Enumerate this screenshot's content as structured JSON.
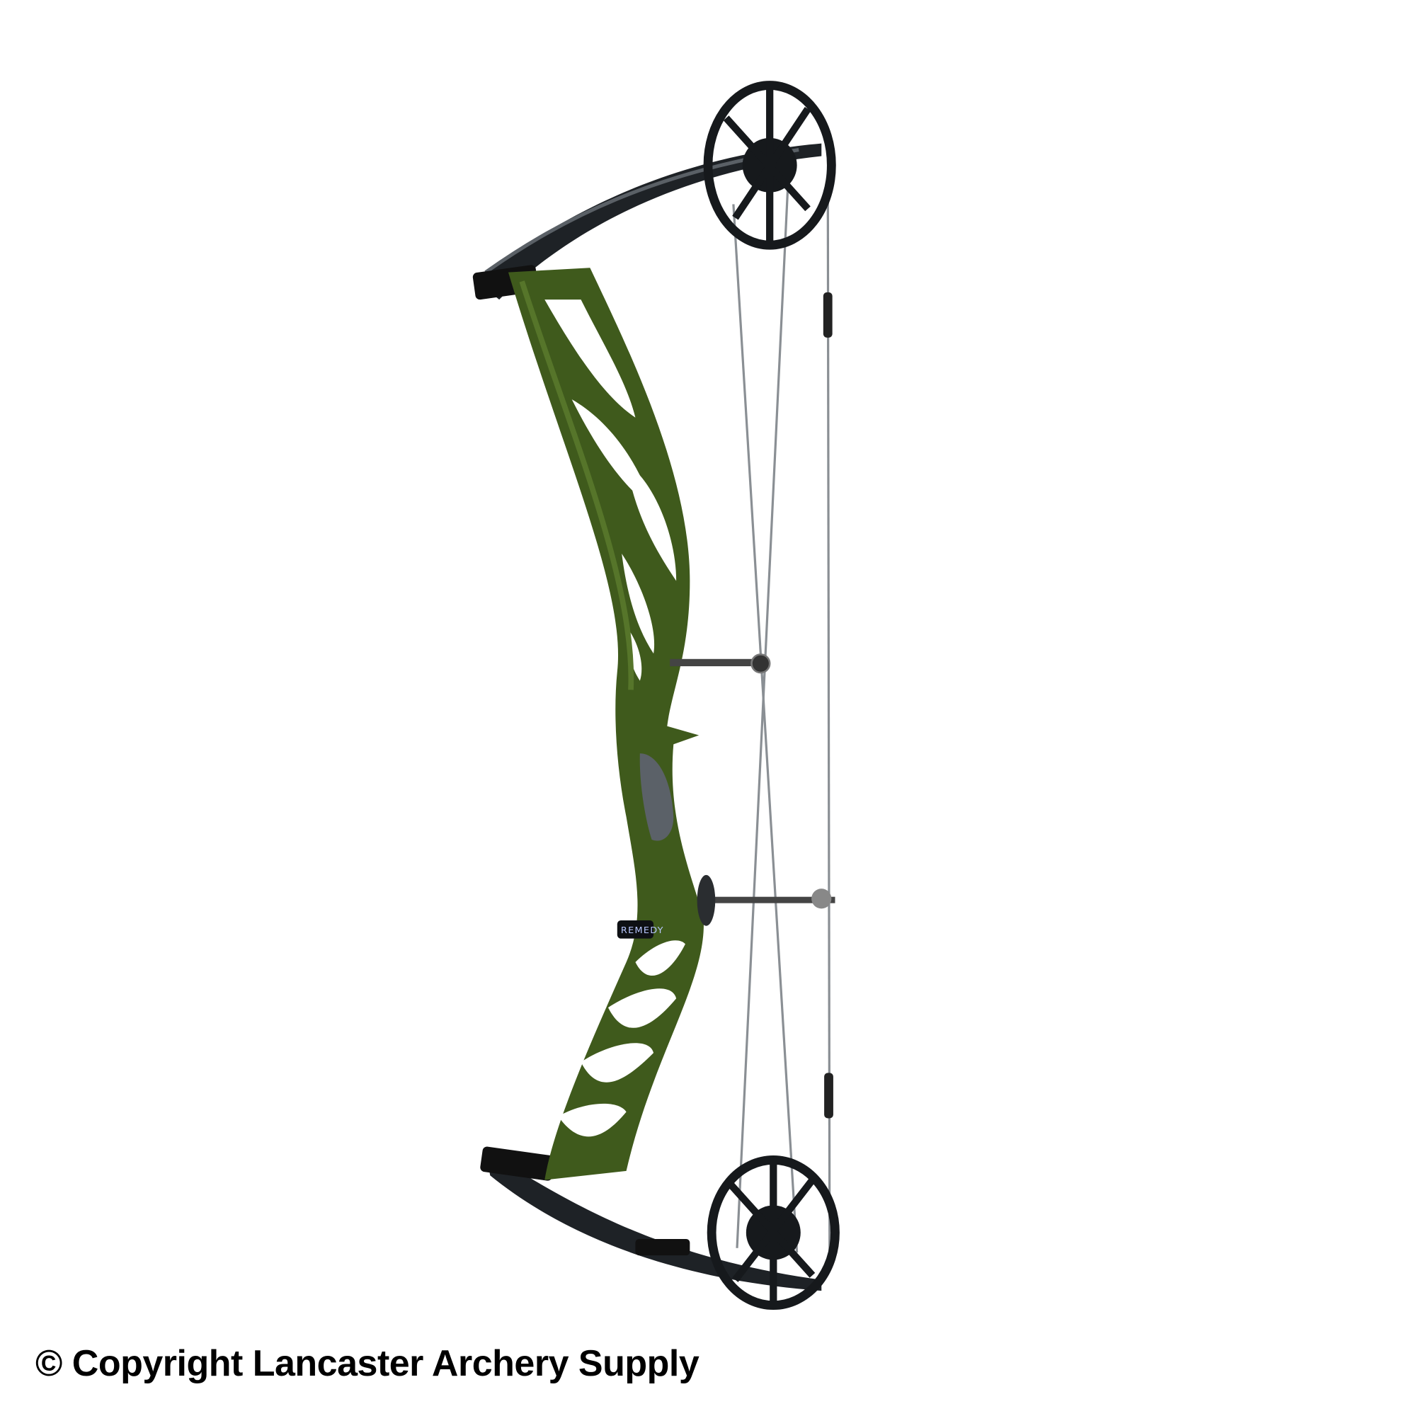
{
  "image": {
    "subject": "compound-bow",
    "colors": {
      "riser": "#3f5a1c",
      "riser_highlight": "#56752a",
      "limbs": "#1e2226",
      "cams": "#16191c",
      "strings": "#8a8f94",
      "background": "#ffffff"
    }
  },
  "riser_label": "REMEDY",
  "copyright": "© Copyright Lancaster Archery Supply"
}
